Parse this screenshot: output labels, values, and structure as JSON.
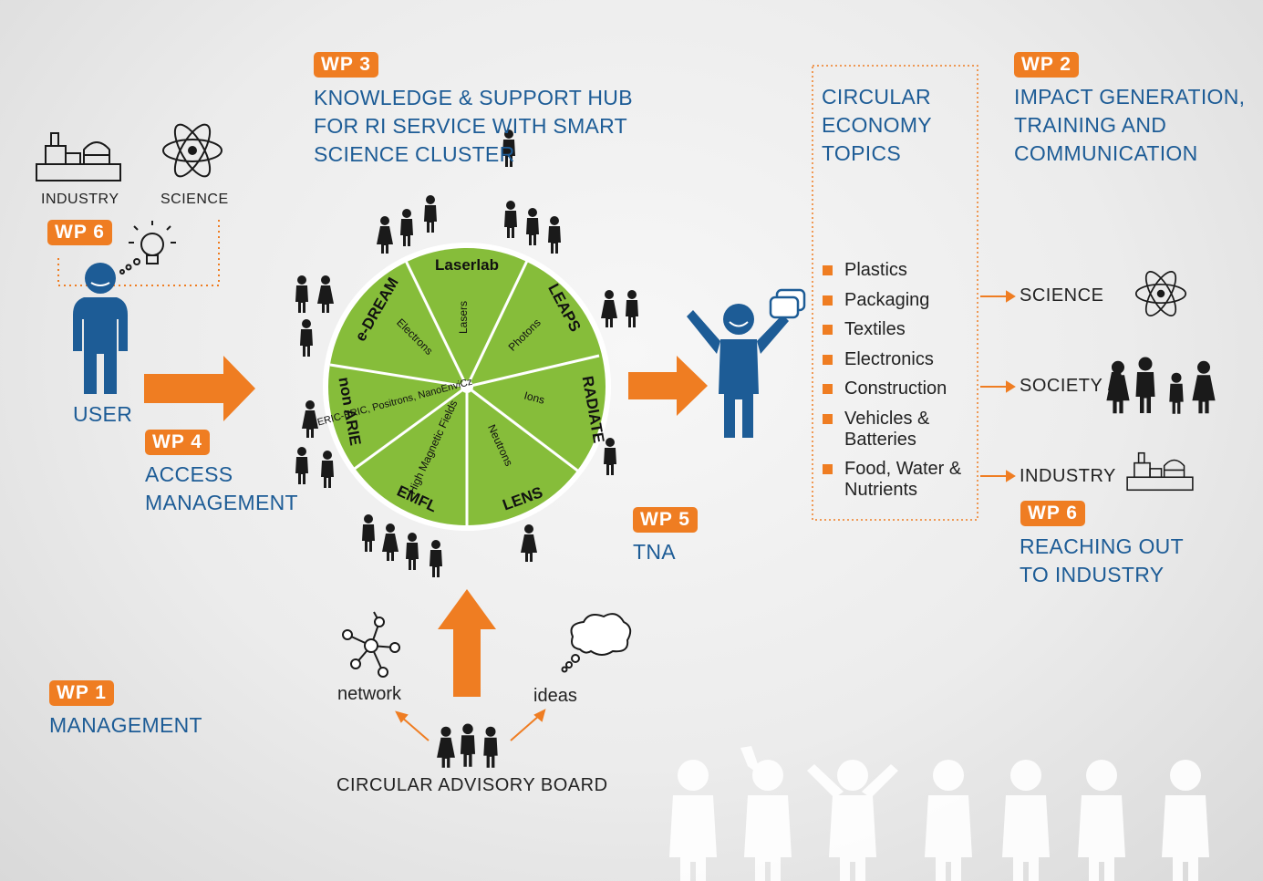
{
  "colors": {
    "accent": "#ef7d22",
    "blue": "#1d5c96",
    "wheel_green": "#86bd3a",
    "figure_dark": "#1a1a1a",
    "user_blue": "#1d5c96"
  },
  "left": {
    "industry_label": "INDUSTRY",
    "science_label": "SCIENCE",
    "wp6_badge": "WP 6",
    "user_label": "USER",
    "wp4_badge": "WP 4",
    "access_line1": "ACCESS",
    "access_line2": "MANAGEMENT",
    "wp1_badge": "WP 1",
    "management": "MANAGEMENT"
  },
  "wp3": {
    "badge": "WP 3",
    "line1": "KNOWLEDGE & SUPPORT HUB",
    "line2": "FOR RI SERVICE WITH SMART",
    "line3": "SCIENCE CLUSTER"
  },
  "wheel": {
    "segments": [
      {
        "outer": "Laserlab",
        "inner": "Lasers"
      },
      {
        "outer": "LEAPS",
        "inner": "Photons"
      },
      {
        "outer": "RADIATE",
        "inner": "Ions"
      },
      {
        "outer": "LENS",
        "inner": "Neutrons"
      },
      {
        "outer": "EMFL",
        "inner": "High Magnetic Fields"
      },
      {
        "outer": "non ARIE",
        "inner": "CERIC-ERIC, Positrons, NanoEnviCz"
      },
      {
        "outer": "e-DREAM",
        "inner": "Electrons"
      }
    ]
  },
  "wp5": {
    "badge": "WP 5",
    "label": "TNA"
  },
  "bottom": {
    "network": "network",
    "ideas": "ideas",
    "board": "CIRCULAR ADVISORY BOARD"
  },
  "circular": {
    "line1": "CIRCULAR",
    "line2": "ECONOMY",
    "line3": "TOPICS",
    "topics": [
      "Plastics",
      "Packaging",
      "Textiles",
      "Electronics",
      "Construction",
      "Vehicles & Batteries",
      "Food, Water & Nutrients"
    ]
  },
  "wp2": {
    "badge": "WP 2",
    "line1": "IMPACT GENERATION,",
    "line2": "TRAINING AND",
    "line3": "COMMUNICATION"
  },
  "outputs": {
    "science": "SCIENCE",
    "society": "SOCIETY",
    "industry": "INDUSTRY"
  },
  "wp6_right": {
    "badge": "WP 6",
    "line1": "REACHING OUT",
    "line2": "TO INDUSTRY"
  }
}
